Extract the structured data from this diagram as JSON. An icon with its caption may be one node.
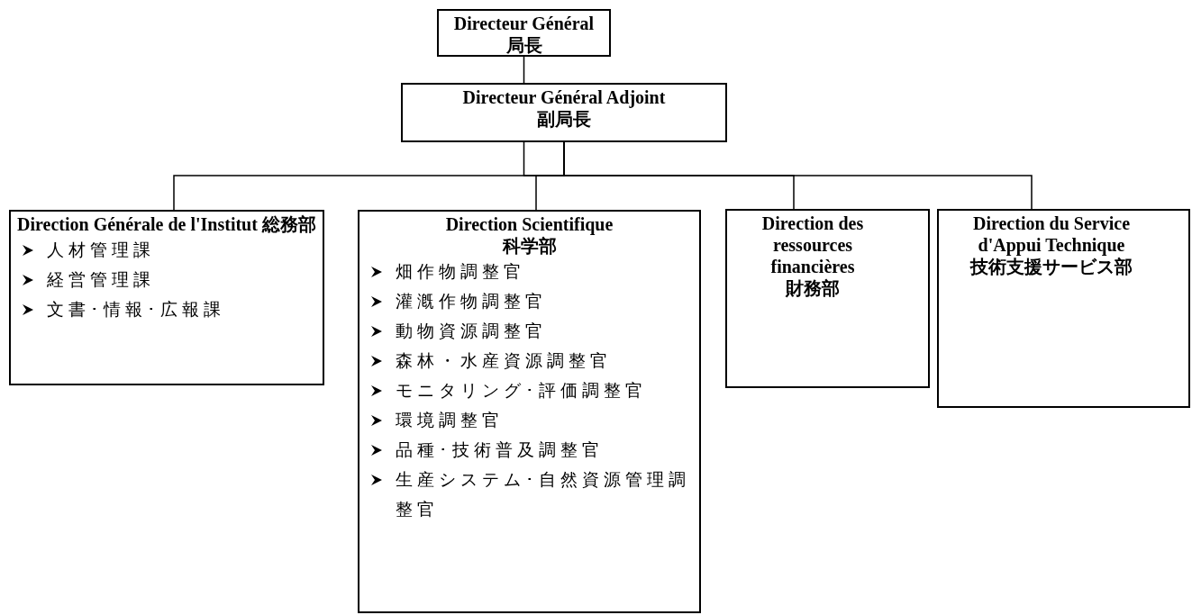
{
  "diagram": {
    "nodes": [
      {
        "text": [
          "Directeur Général",
          "局長"
        ]
      },
      {
        "text": [
          "Directeur Général Adjoint",
          "副局長"
        ]
      },
      {
        "text": [
          "Direction Générale de l'Institut 総務部",
          "人材管理課",
          "経営管理課",
          "文書･情報･広報課"
        ]
      },
      {
        "text": [
          "Direction Scientifique",
          "科学部",
          "畑作物調整官",
          "灌漑作物調整官",
          "動物資源調整官",
          "森林・水産資源調整官",
          "モニタリング･評価調整官",
          "環境調整官",
          "品種･技術普及調整官",
          "生産システム･自然資源管理調整官"
        ]
      },
      {
        "text": [
          "Direction des ressources financières",
          "財務部"
        ]
      },
      {
        "text": [
          "Direction du Service d'Appui Technique",
          "技術支援サービス部"
        ]
      }
    ],
    "edges": [
      {
        "from": 0,
        "to": 1,
        "arrow": "none"
      },
      {
        "from": 1,
        "to": 2,
        "arrow": "none"
      },
      {
        "from": 1,
        "to": 3,
        "arrow": "none"
      },
      {
        "from": 1,
        "to": 4,
        "arrow": "none"
      },
      {
        "from": 1,
        "to": 5,
        "arrow": "none"
      }
    ]
  }
}
